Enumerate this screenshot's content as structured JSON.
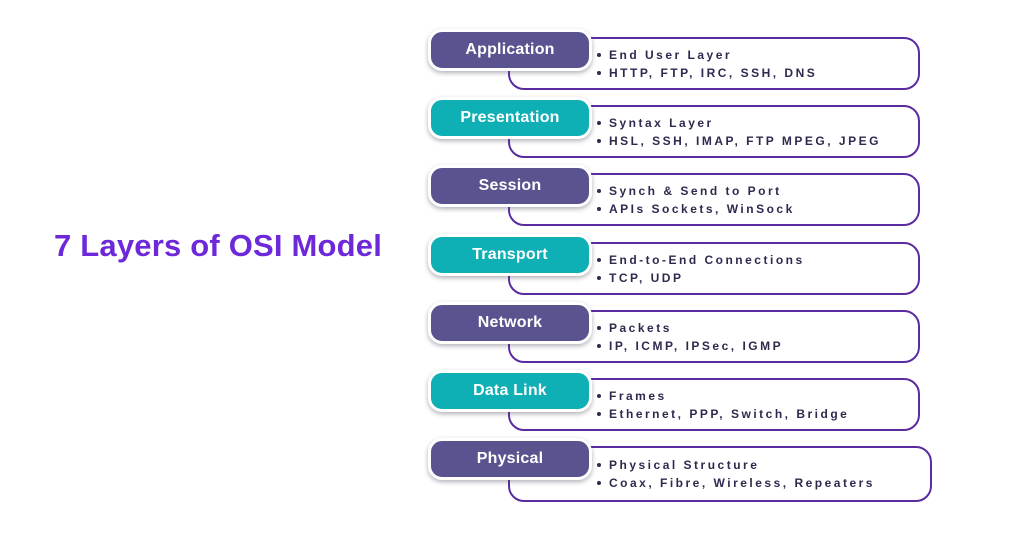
{
  "title": "7 Layers of OSI Model",
  "colors": {
    "title_color": "#6C28D9",
    "pill_purple": "#59548F",
    "pill_teal": "#0FB0B5",
    "box_border": "#5A2CA0",
    "text_dark": "#2E2A4E",
    "pill_label": "#FFFFFF"
  },
  "layers": [
    {
      "name": "Application",
      "color": "purple",
      "points": [
        "End User Layer",
        "HTTP, FTP, IRC, SSH, DNS"
      ]
    },
    {
      "name": "Presentation",
      "color": "teal",
      "points": [
        "Syntax Layer",
        "HSL, SSH, IMAP, FTP MPEG, JPEG"
      ]
    },
    {
      "name": "Session",
      "color": "purple",
      "points": [
        "Synch & Send to Port",
        "APIs Sockets, WinSock"
      ]
    },
    {
      "name": "Transport",
      "color": "teal",
      "points": [
        "End-to-End Connections",
        "TCP, UDP"
      ]
    },
    {
      "name": "Network",
      "color": "purple",
      "points": [
        "Packets",
        "IP, ICMP, IPSec, IGMP"
      ]
    },
    {
      "name": "Data Link",
      "color": "teal",
      "points": [
        "Frames",
        "Ethernet, PPP, Switch, Bridge"
      ]
    },
    {
      "name": "Physical",
      "color": "purple",
      "points": [
        "Physical Structure",
        "Coax, Fibre, Wireless, Repeaters"
      ]
    }
  ]
}
